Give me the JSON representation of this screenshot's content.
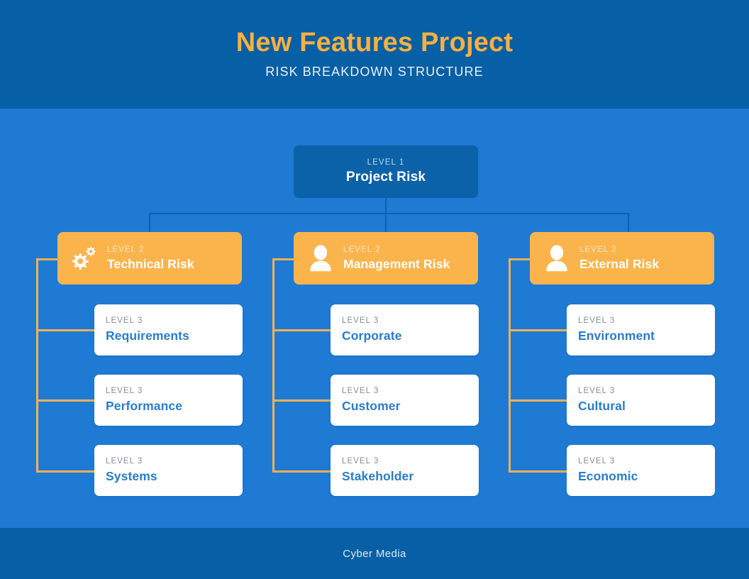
{
  "header": {
    "title": "New Features Project",
    "subtitle": "RISK BREAKDOWN STRUCTURE"
  },
  "footer": {
    "text": "Cyber Media"
  },
  "colors": {
    "header_band": "#075fa5",
    "body_background": "#1f7ad4",
    "level1_box": "#0b62a8",
    "level2_box": "#fbb44c",
    "level3_box": "#ffffff",
    "title_accent": "#fbb040",
    "level3_title": "#2b7cc9",
    "connector_blue": "#0c62a9",
    "connector_orange": "#f2b055"
  },
  "chart_data": {
    "type": "diagram",
    "title": "New Features Project",
    "subtitle": "RISK BREAKDOWN STRUCTURE",
    "root": {
      "level_label": "LEVEL 1",
      "name": "Project Risk"
    },
    "branches": [
      {
        "level_label": "LEVEL 2",
        "name": "Technical Risk",
        "icon": "gears-icon",
        "children": [
          {
            "level_label": "LEVEL 3",
            "name": "Requirements"
          },
          {
            "level_label": "LEVEL 3",
            "name": "Performance"
          },
          {
            "level_label": "LEVEL 3",
            "name": "Systems"
          }
        ]
      },
      {
        "level_label": "LEVEL 2",
        "name": "Management Risk",
        "icon": "person-icon",
        "children": [
          {
            "level_label": "LEVEL 3",
            "name": "Corporate"
          },
          {
            "level_label": "LEVEL 3",
            "name": "Customer"
          },
          {
            "level_label": "LEVEL 3",
            "name": "Stakeholder"
          }
        ]
      },
      {
        "level_label": "LEVEL 2",
        "name": "External Risk",
        "icon": "person-icon",
        "children": [
          {
            "level_label": "LEVEL 3",
            "name": "Environment"
          },
          {
            "level_label": "LEVEL 3",
            "name": "Cultural"
          },
          {
            "level_label": "LEVEL 3",
            "name": "Economic"
          }
        ]
      }
    ]
  }
}
